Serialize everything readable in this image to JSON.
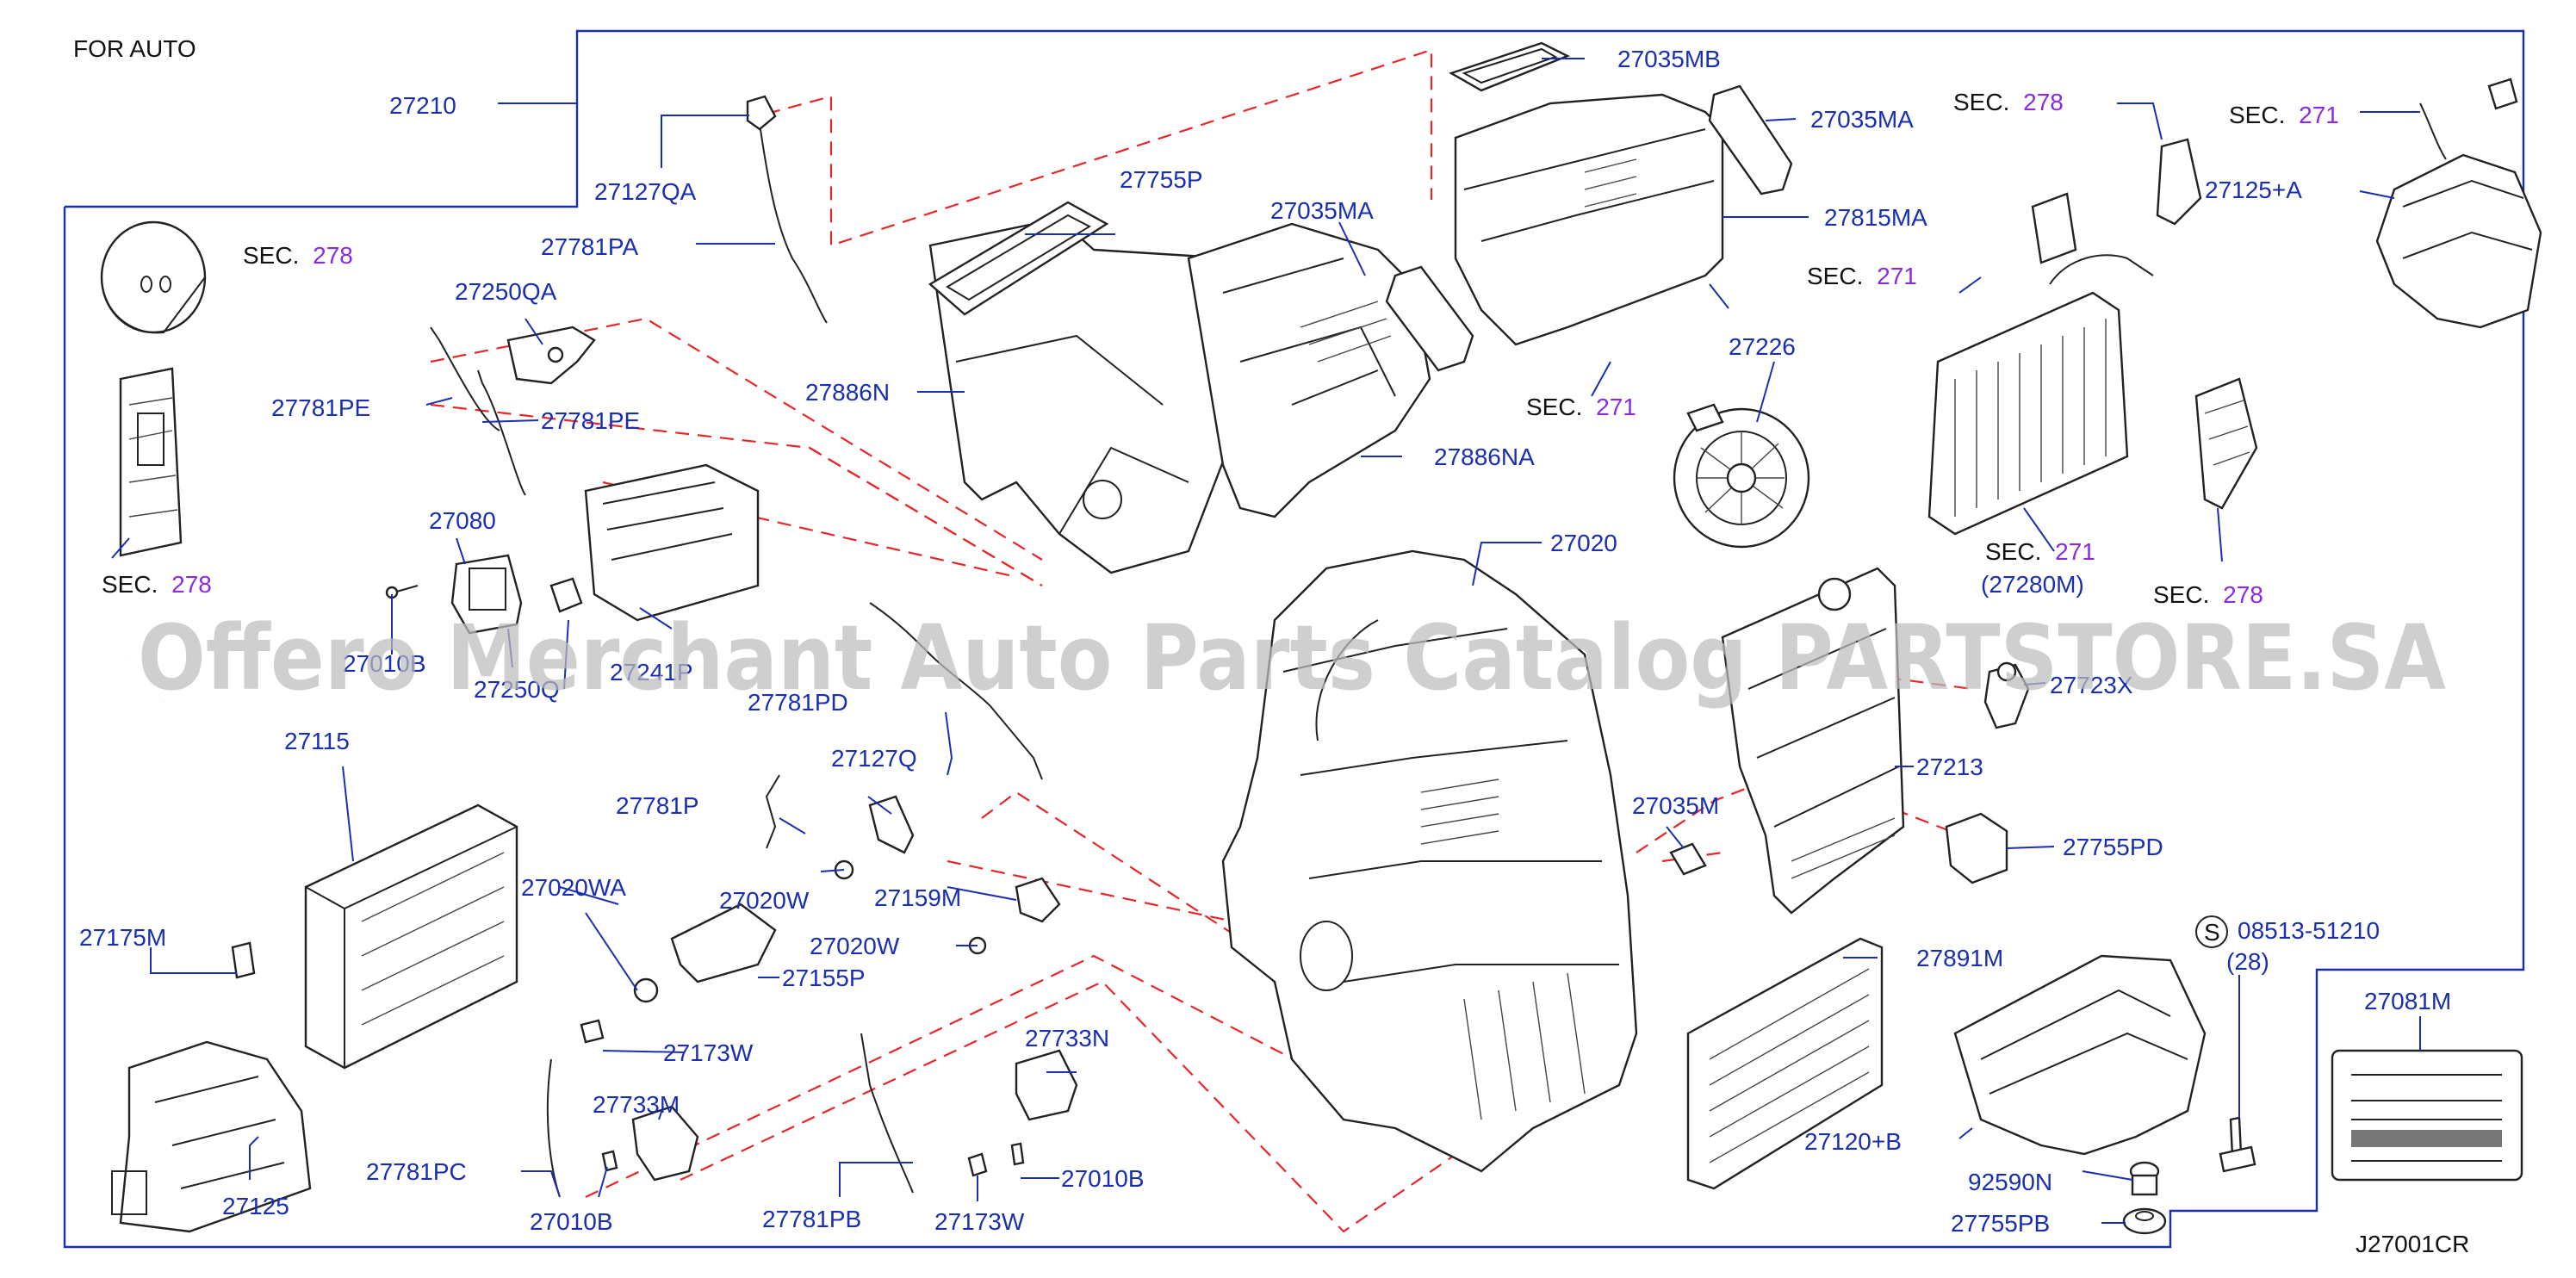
{
  "header": {
    "title": "FOR   AUTO"
  },
  "footer": {
    "code": "J27001CR"
  },
  "watermark": {
    "text": "Offero Merchant Auto Parts Catalog PARTSTORE.SA"
  },
  "colors": {
    "label": "#1a2fb0",
    "section": "#8a2be2",
    "dashed": "#e8262a",
    "ink": "#111111"
  },
  "labels": [
    {
      "id": "27210",
      "text": "27210"
    },
    {
      "id": "27127QA",
      "text": "27127QA"
    },
    {
      "id": "27781PA",
      "text": "27781PA"
    },
    {
      "id": "27250QA",
      "text": "27250QA"
    },
    {
      "id": "27781PE_a",
      "text": "27781PE"
    },
    {
      "id": "27781PE_b",
      "text": "27781PE"
    },
    {
      "id": "27080",
      "text": "27080"
    },
    {
      "id": "27010B_a",
      "text": "27010B"
    },
    {
      "id": "27250Q",
      "text": "27250Q"
    },
    {
      "id": "27241P",
      "text": "27241P"
    },
    {
      "id": "27115",
      "text": "27115"
    },
    {
      "id": "27175M",
      "text": "27175M"
    },
    {
      "id": "27125",
      "text": "27125"
    },
    {
      "id": "27755P",
      "text": "27755P"
    },
    {
      "id": "27886N",
      "text": "27886N"
    },
    {
      "id": "27035MA_a",
      "text": "27035MA"
    },
    {
      "id": "27886NA",
      "text": "27886NA"
    },
    {
      "id": "27035MB",
      "text": "27035MB"
    },
    {
      "id": "27035MA_b",
      "text": "27035MA"
    },
    {
      "id": "27815MA",
      "text": "27815MA"
    },
    {
      "id": "27226",
      "text": "27226"
    },
    {
      "id": "27020",
      "text": "27020"
    },
    {
      "id": "27781PD",
      "text": "27781PD"
    },
    {
      "id": "27127Q",
      "text": "27127Q"
    },
    {
      "id": "27781P",
      "text": "27781P"
    },
    {
      "id": "27020WA",
      "text": "27020WA"
    },
    {
      "id": "27020W_a",
      "text": "27020W"
    },
    {
      "id": "27159M",
      "text": "27159M"
    },
    {
      "id": "27020W_b",
      "text": "27020W"
    },
    {
      "id": "27155P",
      "text": "27155P"
    },
    {
      "id": "27173W_a",
      "text": "27173W"
    },
    {
      "id": "27733M",
      "text": "27733M"
    },
    {
      "id": "27781PC",
      "text": "27781PC"
    },
    {
      "id": "27010B_b",
      "text": "27010B"
    },
    {
      "id": "27781PB",
      "text": "27781PB"
    },
    {
      "id": "27173W_b",
      "text": "27173W"
    },
    {
      "id": "27733N",
      "text": "27733N"
    },
    {
      "id": "27010B_c",
      "text": "27010B"
    },
    {
      "id": "27035M",
      "text": "27035M"
    },
    {
      "id": "27213",
      "text": "27213"
    },
    {
      "id": "27755PD",
      "text": "27755PD"
    },
    {
      "id": "27891M",
      "text": "27891M"
    },
    {
      "id": "27120B",
      "text": "27120+B"
    },
    {
      "id": "92590N",
      "text": "92590N"
    },
    {
      "id": "27755PB",
      "text": "27755PB"
    },
    {
      "id": "27081M",
      "text": "27081M"
    },
    {
      "id": "bolt",
      "text": "08513-51210"
    },
    {
      "id": "bolt_qty",
      "text": "(28)"
    },
    {
      "id": "27125A",
      "text": "27125+A"
    },
    {
      "id": "27280M",
      "text": "(27280M)"
    },
    {
      "id": "27723X",
      "text": "27723X"
    }
  ],
  "sections": [
    {
      "id": "s1",
      "prefix": "SEC.",
      "num": "278"
    },
    {
      "id": "s2",
      "prefix": "SEC.",
      "num": "278"
    },
    {
      "id": "s3",
      "prefix": "SEC.",
      "num": "271"
    },
    {
      "id": "s4",
      "prefix": "SEC.",
      "num": "271"
    },
    {
      "id": "s5",
      "prefix": "SEC.",
      "num": "278"
    },
    {
      "id": "s6",
      "prefix": "SEC.",
      "num": "271"
    },
    {
      "id": "s7",
      "prefix": "SEC.",
      "num": "271"
    },
    {
      "id": "s8",
      "prefix": "SEC.",
      "num": "278"
    }
  ]
}
